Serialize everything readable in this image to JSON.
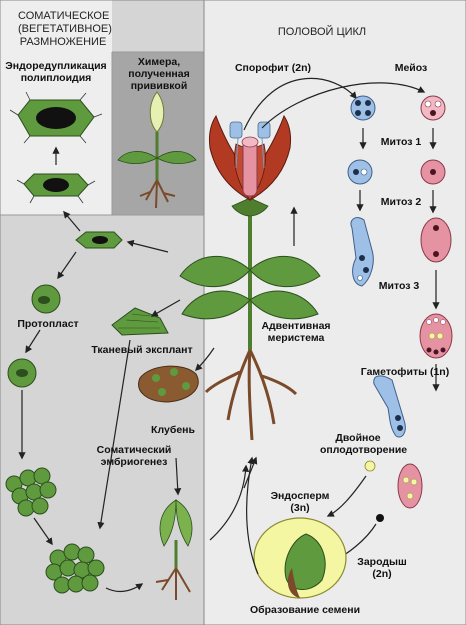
{
  "left_panel": {
    "title_lines": [
      "СОМАТИЧЕСКОЕ",
      "(ВЕГЕТАТИВНОЕ)",
      "РАЗМНОЖЕНИЕ"
    ],
    "endo_label": [
      "Эндоредупликация",
      "полиплоидия"
    ],
    "chimera_label": [
      "Химера,",
      "полученная",
      "прививкой"
    ],
    "protoplast": "Протопласт",
    "explant": "Тканевый эксплант",
    "tuber": "Клубень",
    "embryogenesis": [
      "Соматический",
      "эмбриогенез"
    ]
  },
  "right_panel": {
    "title": "ПОЛОВОЙ ЦИКЛ",
    "sporophyte": "Спорофит (2n)",
    "meiosis": "Мейоз",
    "mitosis1": "Митоз 1",
    "mitosis2": "Митоз 2",
    "mitosis3": "Митоз 3",
    "gametophytes": "Гаметофиты (1n)",
    "adventive": [
      "Адвентивная",
      "меристема"
    ],
    "double_fert": [
      "Двойное",
      "оплодотворение"
    ],
    "endosperm": [
      "Эндосперм",
      "(3n)"
    ],
    "embryo": [
      "Зародыш",
      "(2n)"
    ],
    "seed": "Образование семени"
  },
  "colors": {
    "left_bg": "#d5d5d5",
    "upper_left_bg": "#eeeeee",
    "chimera_bg": "#a6a6a6",
    "right_bg": "#ececec",
    "leaf_green": "#5f9a3e",
    "cell_green": "#4f8a34",
    "petal_red": "#b23a23",
    "pollen_blue": "#9fc0e6",
    "ovule_pink": "#e592a3",
    "seed_yellow": "#f4f6a2",
    "root_brown": "#7a4a2a"
  }
}
